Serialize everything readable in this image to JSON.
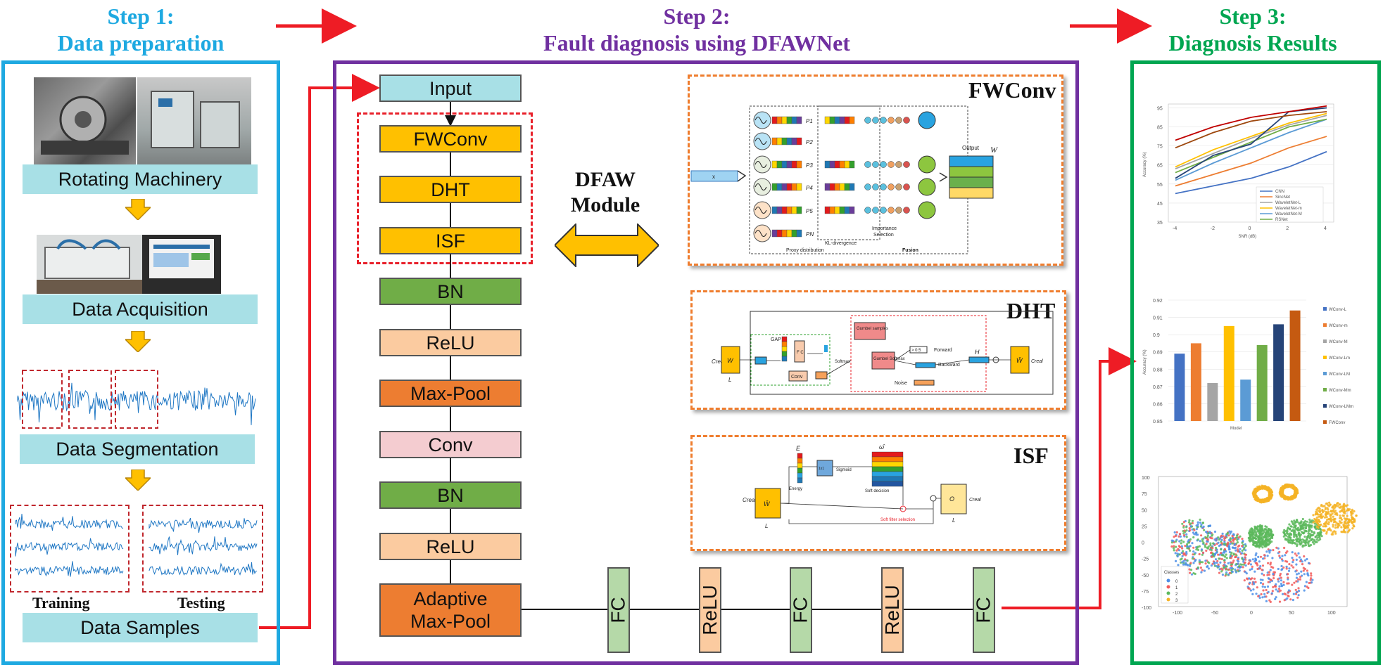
{
  "steps": [
    {
      "line1": "Step 1:",
      "line2": "Data preparation",
      "color": "#1ea9e1"
    },
    {
      "line1": "Step 2:",
      "line2": "Fault diagnosis using DFAWNet",
      "color": "#7030a0"
    },
    {
      "line1": "Step 3:",
      "line2": "Diagnosis Results",
      "color": "#00a651"
    }
  ],
  "step1": {
    "labels": [
      "Rotating Machinery",
      "Data Acquisition",
      "Data Segmentation",
      "Data Samples"
    ],
    "training": "Training",
    "testing": "Testing"
  },
  "step2": {
    "layers": [
      "Input",
      "FWConv",
      "DHT",
      "ISF",
      "BN",
      "ReLU",
      "Max-Pool",
      "Conv",
      "BN",
      "ReLU"
    ],
    "adaptive_line1": "Adaptive",
    "adaptive_line2": "Max-Pool",
    "fc_chain": [
      "FC",
      "ReLU",
      "FC",
      "ReLU",
      "FC"
    ],
    "module_line1": "DFAW",
    "module_line2": "Module",
    "fwconv": {
      "title": "FWConv",
      "input": "x",
      "output": "Output",
      "w": "W",
      "proxies": [
        "P1",
        "P2",
        "P3",
        "P4",
        "P5",
        "PN"
      ],
      "kl": "KL-divergence",
      "importance1": "Importance",
      "importance2": "Selection",
      "proxy": "Proxy distribution",
      "fusion": "Fusion"
    },
    "dht": {
      "title": "DHT",
      "cin": "Creal",
      "w": "W",
      "l": "L",
      "gap": "GAP",
      "fc": "F C",
      "conv": "Conv",
      "gumbel_samples": "Gumbel samples",
      "gumbel_softmax": "Gumbel Softmax",
      "forward": "Forward",
      "backward": "Backward",
      "noise": "Noise",
      "thresh": "> 0.5",
      "softmax": "Softmax",
      "h": "H",
      "what": "Ŵ",
      "cout": "Creal"
    },
    "isf": {
      "title": "ISF",
      "e": "E",
      "energy": "Energy",
      "conv": "1x1 Conv",
      "sigmoid": "Sigmoid",
      "omega": "ω̂",
      "soft_decision": "Soft decision",
      "soft_filter": "Soft filter selection",
      "cin": "Creal",
      "what": "Ŵ",
      "o": "O",
      "l": "L",
      "cout": "Creal"
    }
  },
  "step3": {
    "line_chart": {
      "type": "line",
      "x": [
        -4,
        -2,
        0,
        2,
        4
      ],
      "xlabel": "SNR (dB)",
      "ylabel": "Accuracy (%)",
      "yticks": [
        "95",
        "85",
        "75",
        "65",
        "55",
        "45",
        "35"
      ],
      "xticks": [
        "-4",
        "-2",
        "0",
        "2",
        "4"
      ],
      "ylim": [
        35,
        97
      ],
      "series": [
        {
          "name": "CNN",
          "color": "#4472c4",
          "values": [
            50,
            54,
            58,
            64,
            72
          ]
        },
        {
          "name": "SincNet",
          "color": "#ed7d31",
          "values": [
            54,
            60,
            66,
            74,
            80
          ]
        },
        {
          "name": "WaveletNet-L",
          "color": "#a5a5a5",
          "values": [
            63,
            71,
            79,
            86,
            91
          ]
        },
        {
          "name": "WaveletNet-m",
          "color": "#ffc000",
          "values": [
            64,
            73,
            80,
            87,
            92
          ]
        },
        {
          "name": "WaveletNet-M",
          "color": "#5b9bd5",
          "values": [
            57,
            66,
            74,
            82,
            89
          ]
        },
        {
          "name": "RSNet",
          "color": "#70ad47",
          "values": [
            61,
            69,
            77,
            85,
            89
          ]
        },
        {
          "name": "",
          "color": "#264478",
          "values": [
            58,
            70,
            76,
            93,
            95
          ]
        },
        {
          "name": "",
          "color": "#9e480e",
          "values": [
            74,
            82,
            88,
            91,
            93
          ]
        },
        {
          "name": "",
          "color": "#c00000",
          "values": [
            78,
            85,
            90,
            93,
            96
          ]
        }
      ]
    },
    "bar_chart": {
      "type": "bar",
      "xlabel": "Model",
      "ylabel": "Accuracy (%)",
      "yticks": [
        "0.92",
        "0.91",
        "0.9",
        "0.89",
        "0.88",
        "0.87",
        "0.86",
        "0.85"
      ],
      "ylim": [
        0.85,
        0.92
      ],
      "categories": [
        "WConv-L",
        "WConv-m",
        "WConv-M",
        "WConv-Lm",
        "WConv-LM",
        "WConv-Mm",
        "WConv-LMm",
        "FWConv"
      ],
      "values": [
        0.889,
        0.895,
        0.872,
        0.905,
        0.874,
        0.894,
        0.906,
        0.914
      ],
      "colors": [
        "#4472c4",
        "#ed7d31",
        "#a5a5a5",
        "#ffc000",
        "#5b9bd5",
        "#70ad47",
        "#264478",
        "#c55a11"
      ]
    },
    "scatter": {
      "type": "scatter",
      "legend_title": "Classes",
      "classes": [
        "0",
        "1",
        "2",
        "3"
      ],
      "colors": [
        "#4e8fe8",
        "#f25a5a",
        "#5cb85c",
        "#f5b324"
      ],
      "yticks": [
        "100",
        "75",
        "50",
        "25",
        "0",
        "-25",
        "-50",
        "-75",
        "-100"
      ],
      "xticks": [
        "-100",
        "-50",
        "0",
        "50",
        "100"
      ]
    }
  },
  "colors": {
    "arrow": "#ee1c25",
    "gold": "#ffc000",
    "green": "#70ad47",
    "peach": "#fbcba0",
    "orange": "#ed7d31",
    "pink": "#f4ccd0",
    "cyan": "#a8e0e6",
    "red_dash": "#e8202a"
  }
}
